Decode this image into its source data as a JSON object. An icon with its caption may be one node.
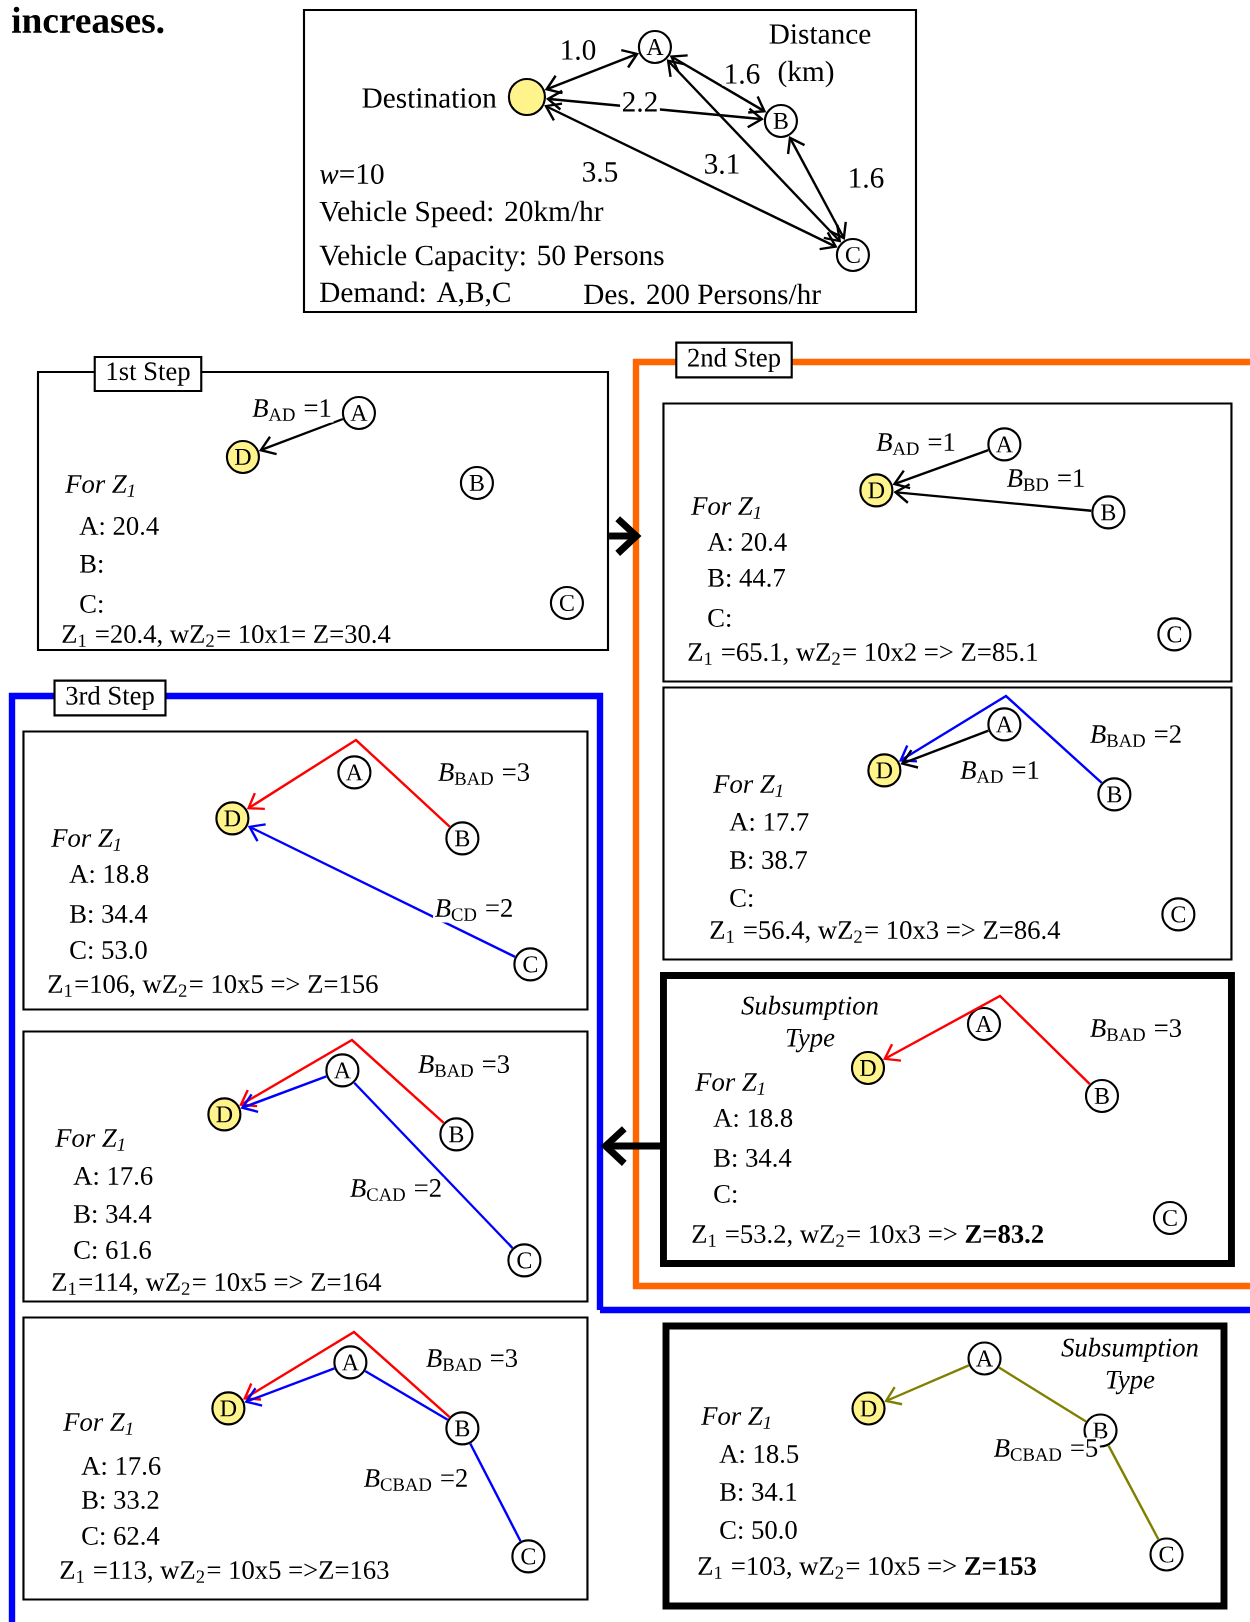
{
  "diagram": {
    "nodes": [
      {
        "text": [
          "*w*=10",
          "Vehicle Speed: 20km/hr",
          "Vehicle Capacity: 50 Persons",
          "Demand: A,B,C",
          "Des. 200 Persons/hr"
        ]
      },
      {
        "text": [],
        "shape": "circle",
        "beside": [
          "Destination"
        ],
        "in": 0
      },
      {
        "text": [
          "A"
        ],
        "in": 0
      },
      {
        "text": [
          "B"
        ],
        "in": 0
      },
      {
        "text": [
          "C"
        ],
        "in": 0
      },
      {
        "text": [
          "1st Step",
          "For Z$_{1}$",
          "A: 20.4",
          "B:",
          "C:",
          "Z$_{1}$ =20.4, wZ$_{2}$= 10x1= Z=30.4"
        ]
      },
      {
        "text": [
          "D"
        ],
        "in": 5
      },
      {
        "text": [
          "A"
        ],
        "in": 5
      },
      {
        "text": [
          "B"
        ],
        "in": 5
      },
      {
        "text": [
          "C"
        ],
        "in": 5
      },
      {
        "text": [
          "2nd Step"
        ]
      },
      {
        "text": [
          "For Z$_{1}$",
          "A: 20.4",
          "B: 44.7",
          "C:",
          "Z$_{1}$ =65.1, wZ$_{2}$= 10x2 => Z=85.1"
        ],
        "in": 10
      },
      {
        "text": [
          "D"
        ],
        "in": 11
      },
      {
        "text": [
          "A"
        ],
        "in": 11
      },
      {
        "text": [
          "B"
        ],
        "in": 11
      },
      {
        "text": [
          "C"
        ],
        "in": 11
      },
      {
        "text": [
          "For Z$_{1}$",
          "A: 17.7",
          "B: 38.7",
          "C:",
          "Z$_{1}$ =56.4, wZ$_{2}$= 10x3 => Z=86.4"
        ],
        "in": 10
      },
      {
        "text": [
          "D"
        ],
        "in": 16
      },
      {
        "text": [
          "A"
        ],
        "in": 16
      },
      {
        "text": [
          "B"
        ],
        "in": 16
      },
      {
        "text": [
          "C"
        ],
        "in": 16
      },
      {
        "text": [
          "Subsumption Type",
          "For Z$_{1}$",
          "A: 18.8",
          "B: 34.4",
          "C:",
          "Z$_{1}$ =53.2, wZ$_{2}$= 10x3 => **Z=83.2**"
        ],
        "in": 10
      },
      {
        "text": [
          "D"
        ],
        "in": 21
      },
      {
        "text": [
          "A"
        ],
        "in": 21
      },
      {
        "text": [
          "B"
        ],
        "in": 21
      },
      {
        "text": [
          "C"
        ],
        "in": 21
      },
      {
        "text": [
          "3rd Step"
        ]
      },
      {
        "text": [
          "For Z$_{1}$",
          "A: 18.8",
          "B: 34.4",
          "C: 53.0",
          "Z$_{1}$=106, wZ$_{2}$= 10x5 => Z=156"
        ],
        "in": 26
      },
      {
        "text": [
          "D"
        ],
        "in": 27
      },
      {
        "text": [
          "A"
        ],
        "in": 27
      },
      {
        "text": [
          "B"
        ],
        "in": 27
      },
      {
        "text": [
          "C"
        ],
        "in": 27
      },
      {
        "text": [
          "For Z$_{1}$",
          "A: 17.6",
          "B: 34.4",
          "C: 61.6",
          "Z$_{1}$=114, wZ$_{2}$= 10x5 => Z=164"
        ],
        "in": 26
      },
      {
        "text": [
          "D"
        ],
        "in": 32
      },
      {
        "text": [
          "A"
        ],
        "in": 32
      },
      {
        "text": [
          "B"
        ],
        "in": 32
      },
      {
        "text": [
          "C"
        ],
        "in": 32
      },
      {
        "text": [
          "For Z$_{1}$",
          "A: 17.6",
          "B: 33.2",
          "C: 62.4",
          "Z$_{1}$ =113, wZ$_{2}$= 10x5 =>Z=163"
        ],
        "in": 26
      },
      {
        "text": [
          "D"
        ],
        "in": 37
      },
      {
        "text": [
          "A"
        ],
        "in": 37
      },
      {
        "text": [
          "B"
        ],
        "in": 37
      },
      {
        "text": [
          "C"
        ],
        "in": 37
      },
      {
        "text": [
          "Subsumption Type",
          "For Z$_{1}$",
          "A: 18.5",
          "B: 34.1",
          "C: 50.0",
          "Z$_{1}$ =103, wZ$_{2}$= 10x5 => **Z=153**"
        ]
      },
      {
        "text": [
          "D"
        ],
        "in": 42
      },
      {
        "text": [
          "A"
        ],
        "in": 42
      },
      {
        "text": [
          "B"
        ],
        "in": 42
      },
      {
        "text": [
          "C"
        ],
        "in": 42
      }
    ],
    "edges": [
      {
        "from": 1,
        "to": 2,
        "arrow": "both",
        "label": "1.0"
      },
      {
        "from": 1,
        "to": 3,
        "arrow": "both",
        "label": "2.2"
      },
      {
        "from": 1,
        "to": 4,
        "arrow": "both",
        "label": "3.5"
      },
      {
        "from": 2,
        "to": 3,
        "arrow": "both",
        "label": "1.6"
      },
      {
        "from": 2,
        "to": 4,
        "arrow": "both",
        "label": "3.1"
      },
      {
        "from": 3,
        "to": 4,
        "arrow": "both",
        "label": "1.6"
      },
      {
        "from": 7,
        "to": 6,
        "arrow": "to",
        "label": "*B*$_{AD}$ =1"
      },
      {
        "from": 5,
        "to": 10,
        "arrow": "to",
        "style": "thick"
      },
      {
        "from": 13,
        "to": 12,
        "arrow": "to",
        "label": "*B*$_{AD}$ =1"
      },
      {
        "from": 14,
        "to": 12,
        "arrow": "to",
        "label": "*B*$_{BD}$ =1"
      },
      {
        "from": 19,
        "to": 17,
        "arrow": "to",
        "label": "*B*$_{BAD}$ =2",
        "color": "#0000ff"
      },
      {
        "from": 18,
        "to": 17,
        "arrow": "to",
        "label": "*B*$_{AD}$ =1"
      },
      {
        "from": 24,
        "to": 22,
        "arrow": "to",
        "label": "*B*$_{BAD}$ =3",
        "color": "#ff0000"
      },
      {
        "from": 21,
        "to": 26,
        "arrow": "to",
        "style": "thick"
      },
      {
        "from": 30,
        "to": 28,
        "arrow": "to",
        "label": "*B*$_{BAD}$ =3",
        "color": "#ff0000"
      },
      {
        "from": 31,
        "to": 28,
        "arrow": "to",
        "label": "*B*$_{CD}$ =2",
        "color": "#0000ff"
      },
      {
        "from": 35,
        "to": 33,
        "arrow": "to",
        "label": "*B*$_{BAD}$ =3",
        "color": "#ff0000"
      },
      {
        "from": 36,
        "to": 34,
        "arrow": "none",
        "label": "*B*$_{CAD}$ =2",
        "color": "#0000ff"
      },
      {
        "from": 34,
        "to": 33,
        "arrow": "to",
        "color": "#0000ff"
      },
      {
        "from": 40,
        "to": 38,
        "arrow": "to",
        "label": "*B*$_{BAD}$ =3",
        "color": "#ff0000"
      },
      {
        "from": 41,
        "to": 40,
        "arrow": "none",
        "label": "*B*$_{CBAD}$ =2",
        "color": "#0000ff"
      },
      {
        "from": 40,
        "to": 39,
        "arrow": "none",
        "color": "#0000ff"
      },
      {
        "from": 39,
        "to": 38,
        "arrow": "to",
        "color": "#0000ff"
      },
      {
        "from": 46,
        "to": 45,
        "arrow": "none",
        "label": "*B*$_{CBAD}$ =5",
        "color": "#808000"
      },
      {
        "from": 45,
        "to": 44,
        "arrow": "none",
        "color": "#808000"
      },
      {
        "from": 44,
        "to": 43,
        "arrow": "to",
        "color": "#808000"
      }
    ],
    "labels": [
      "increases.",
      "Distance",
      "(km)"
    ]
  }
}
